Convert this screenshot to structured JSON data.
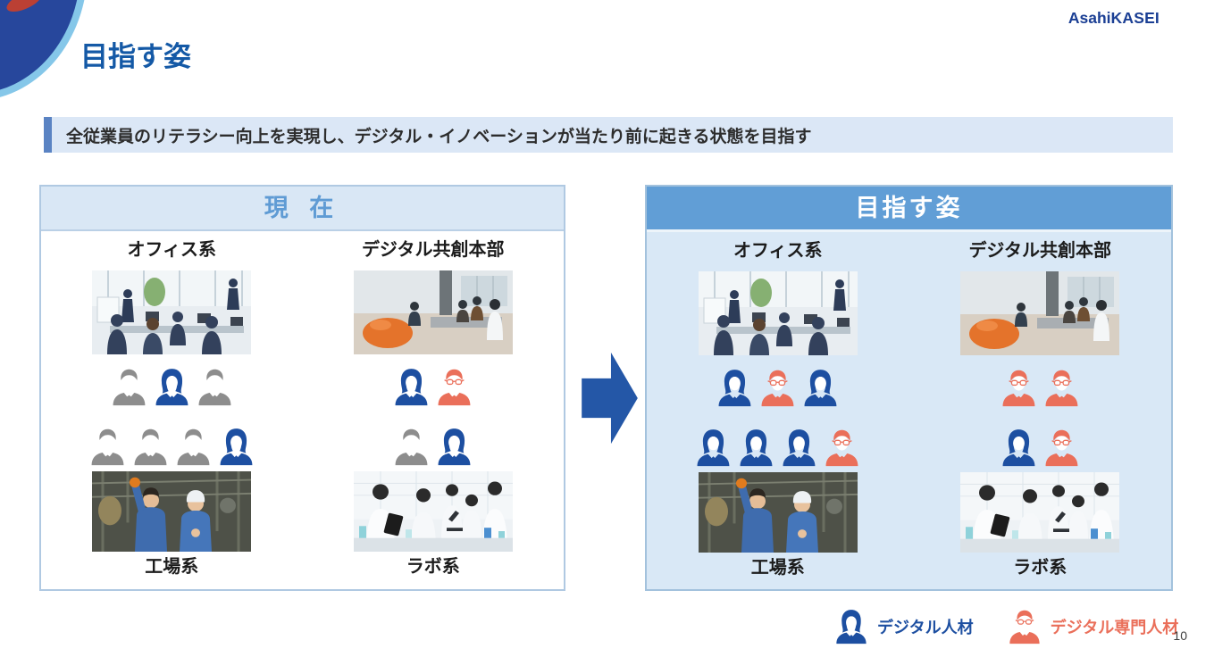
{
  "page": {
    "logo_asahi": "Asahi",
    "logo_kasei": "KASEI",
    "title": "目指す姿",
    "subtitle": "全従業員のリテラシー向上を実現し、デジタル・イノベーションが当たり前に起きる状態を目指す",
    "page_number": "10"
  },
  "panels": {
    "current": {
      "header": "現 在",
      "groups": [
        {
          "label": "オフィス系",
          "photo": "office",
          "icons": [
            "gray",
            "blue",
            "gray"
          ]
        },
        {
          "label": "デジタル共創本部",
          "photo": "cocreation",
          "icons": [
            "blue",
            "red"
          ]
        },
        {
          "label": "工場系",
          "photo": "factory",
          "icons": [
            "gray",
            "gray",
            "gray",
            "blue"
          ]
        },
        {
          "label": "ラボ系",
          "photo": "lab",
          "icons": [
            "gray",
            "blue"
          ]
        }
      ]
    },
    "target": {
      "header": "目指す姿",
      "groups": [
        {
          "label": "オフィス系",
          "photo": "office",
          "icons": [
            "blue",
            "red",
            "blue"
          ]
        },
        {
          "label": "デジタル共創本部",
          "photo": "cocreation",
          "icons": [
            "red",
            "red"
          ]
        },
        {
          "label": "工場系",
          "photo": "factory",
          "icons": [
            "blue",
            "blue",
            "blue",
            "red"
          ]
        },
        {
          "label": "ラボ系",
          "photo": "lab",
          "icons": [
            "blue",
            "red"
          ]
        }
      ]
    }
  },
  "legend": {
    "items": [
      {
        "kind": "blue",
        "label": "デジタル人材"
      },
      {
        "kind": "red",
        "label": "デジタル専門人材"
      }
    ]
  },
  "colors": {
    "gray": "#8d8d8d",
    "blue": "#1d4fa1",
    "red": "#ea6f5a",
    "arrow": "#2457a7"
  },
  "icon_symbols": {
    "gray": "icon-person-man",
    "blue": "icon-person-woman",
    "red": "icon-person-glasses"
  },
  "icon_names": {
    "gray": "employee-person-icon",
    "blue": "digital-talent-person-icon",
    "red": "digital-specialist-person-icon"
  }
}
